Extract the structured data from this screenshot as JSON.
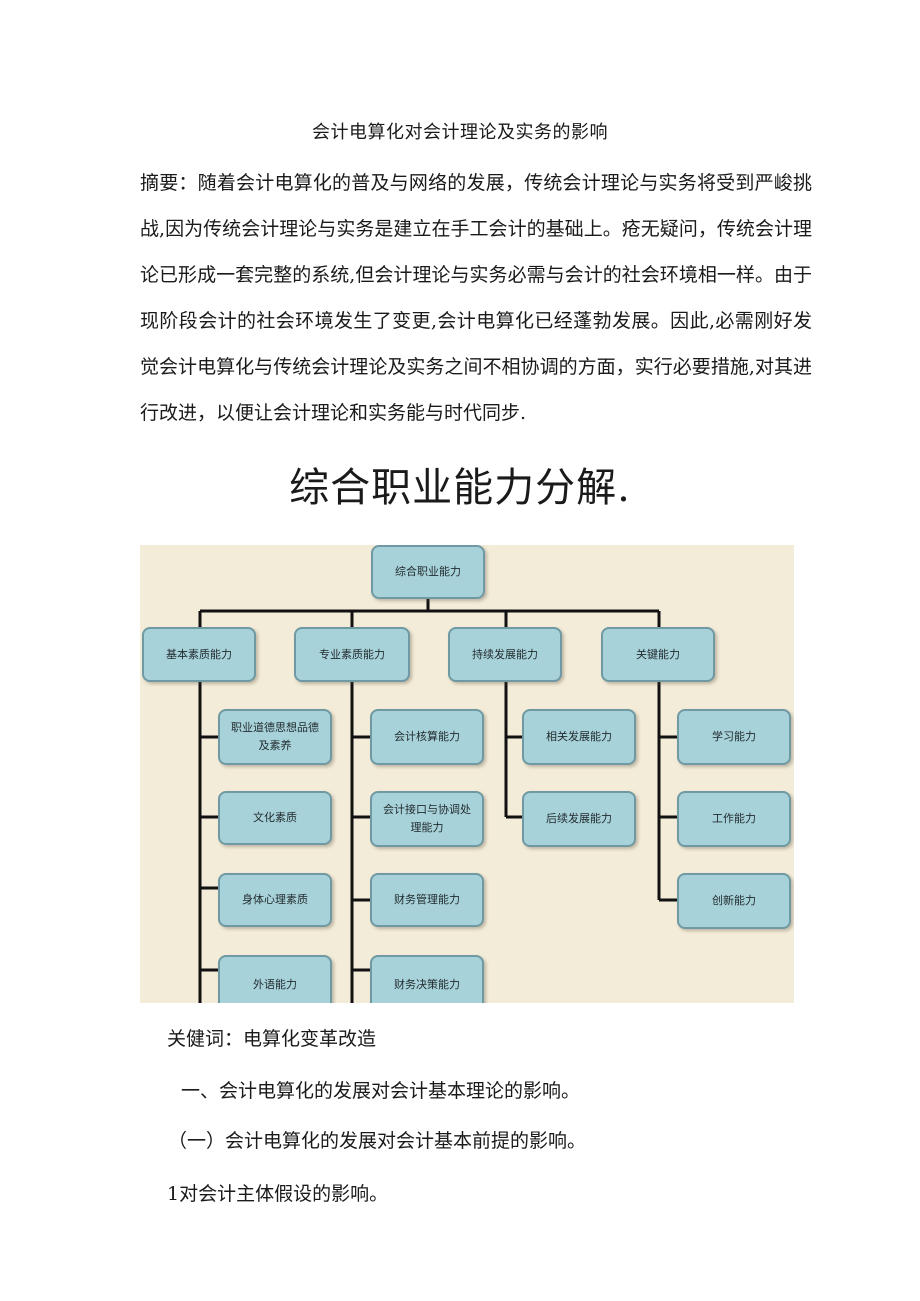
{
  "document": {
    "title": "会计电算化对会计理论及实务的影响",
    "abstract": "摘要：随着会计电算化的普及与网络的发展，传统会计理论与实务将受到严峻挑战,因为传统会计理论与实务是建立在手工会计的基础上。疮无疑问，传统会计理论已形成一套完整的系统,但会计理论与实务必需与会计的社会环境相一样。由于现阶段会计的社会环境发生了变更,会计电算化已经蓬勃发展。因此,必需刚好发觉会计电算化与传统会计理论及实务之间不相协调的方面，实行必要措施,对其进行改进，以便让会计理论和实务能与时代同步.",
    "figure_title": "综合职业能力分解.",
    "keywords": "关健词：电算化变革改造",
    "section_1": "一、会计电算化的发展对会计基本理论的影响。",
    "subsection_1": "（一）会计电算化的发展对会计基本前提的影响。",
    "item_1": "1对会计主体假设的影响。"
  },
  "org_chart": {
    "root": "综合职业能力",
    "categories": [
      {
        "label": "基本素质能力",
        "children": [
          "职业道德思想品德及素养",
          "文化素质",
          "身体心理素质",
          "外语能力"
        ]
      },
      {
        "label": "专业素质能力",
        "children": [
          "会计核算能力",
          "会计接口与协调处理能力",
          "财务管理能力",
          "财务决策能力"
        ]
      },
      {
        "label": "持续发展能力",
        "children": [
          "相关发展能力",
          "后续发展能力"
        ]
      },
      {
        "label": "关键能力",
        "children": [
          "学习能力",
          "工作能力",
          "创新能力"
        ]
      }
    ],
    "colors": {
      "background": "#f3ecd9",
      "node_fill": "#a8d2da",
      "node_border": "#6f9aa3",
      "line": "#111111"
    }
  }
}
